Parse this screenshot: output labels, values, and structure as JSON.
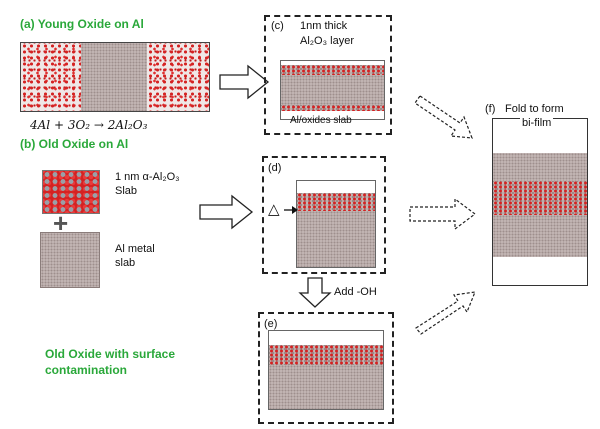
{
  "panels": {
    "a": {
      "title": "(a) Young Oxide on Al",
      "equation": "4Al + 3O₂ → 2Al₂O₃"
    },
    "b": {
      "title": "(b) Old Oxide on Al",
      "oxide_label_1": "1 nm α-Al₂O₃",
      "oxide_label_2": "Slab",
      "metal_label_1": "Al metal",
      "metal_label_2": "slab"
    },
    "c": {
      "tag": "(c)",
      "label_1": "1nm thick",
      "label_2": "Al₂O₃ layer",
      "bottom_label": "Al/oxides slab"
    },
    "d": {
      "tag": "(d)",
      "heat_symbol": "△"
    },
    "e": {
      "tag": "(e)"
    },
    "f": {
      "tag": "(f)",
      "label_1": "Fold to form",
      "label_2": "bi-film"
    },
    "add_oh": "Add -OH",
    "old_oxide_contam_1": "Old Oxide with surface",
    "old_oxide_contam_2": "contamination"
  },
  "colors": {
    "accent_green": "#2aa83a",
    "oxygen_red": "#d42222",
    "aluminum_gray": "#b9aaa8"
  }
}
